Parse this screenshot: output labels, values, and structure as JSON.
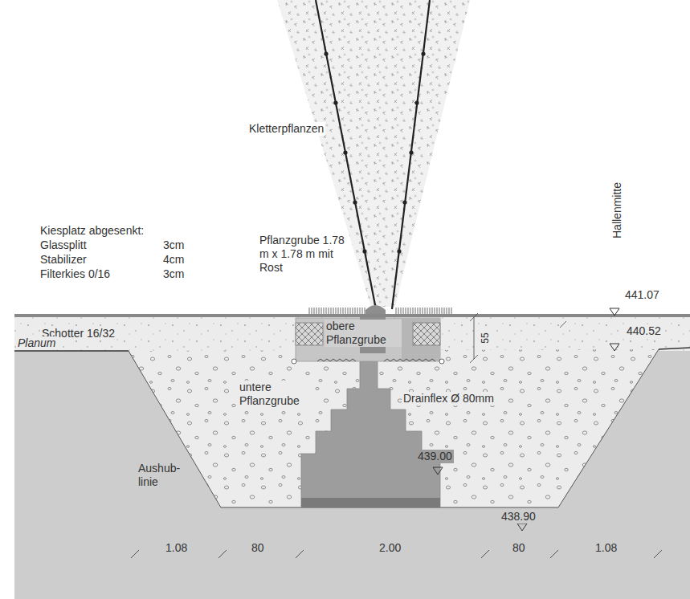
{
  "diagram": {
    "labels": [
      "Kletterpflanzen",
      "Kiesplatz abgesenkt:",
      "Glassplitt",
      "3cm",
      "Stabilizer",
      "4cm",
      "Filterkies 0/16",
      "3cm",
      "Pflanzgrube 1.78 m x 1.78 m mit Rost",
      "Hallenmitte",
      "441.07",
      "Schotter 16/32",
      "obere Pflanzgrube",
      "55",
      "440.52",
      "Planum",
      "untere Pflanzgrube",
      "Drainflex Ø 80mm",
      "Aushub- linie",
      "439.00",
      "438.90",
      "1.08",
      "80",
      "2.00",
      "80",
      "1.08"
    ]
  }
}
